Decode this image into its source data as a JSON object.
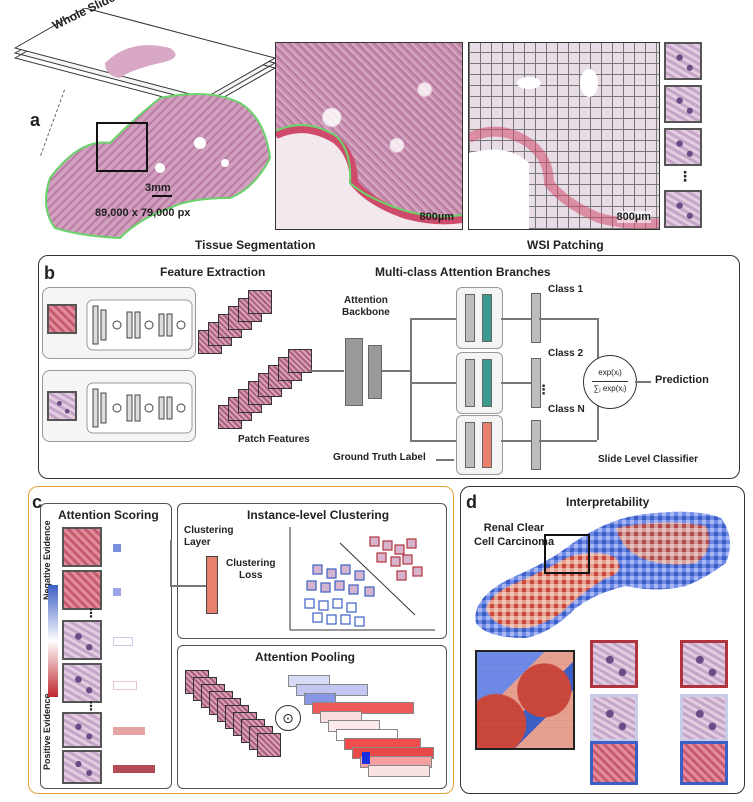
{
  "panel_a": {
    "letter": "a",
    "stack_label": "Whole Slide Images",
    "scale_bar": "3mm",
    "dimensions": "89,000 x 79,000 px",
    "zoom_scale": "800µm",
    "patch_scale": "800µm",
    "segmentation_label": "Tissue Segmentation",
    "patching_label": "WSI Patching",
    "ellipsis": "⋮"
  },
  "panel_b": {
    "letter": "b",
    "feature_extraction": "Feature Extraction",
    "branches_title": "Multi-class Attention Branches",
    "attention_backbone": "Attention\nBackbone",
    "class_1": "Class 1",
    "class_2": "Class 2",
    "class_n": "Class N",
    "ellipsis": "⋮",
    "patch_features": "Patch Features",
    "ground_truth": "Ground Truth Label",
    "prediction": "Prediction",
    "slide_classifier": "Slide Level Classifier",
    "softmax_num": "exp(xᵢ)",
    "softmax_den": "∑ⱼ exp(xⱼ)"
  },
  "panel_c": {
    "letter": "c",
    "attention_scoring": "Attention Scoring",
    "negative_evidence": "Negative Evidence",
    "positive_evidence": "Positive Evidence",
    "instance_clustering": "Instance-level Clustering",
    "clustering_layer": "Clustering\nLayer",
    "clustering_loss": "Clustering\nLoss",
    "attention_pooling": "Attention Pooling",
    "dot": "⊙",
    "ellipsis": "⋮"
  },
  "panel_d": {
    "letter": "d",
    "interpretability": "Interpretability",
    "cancer_label": "Renal Clear\nCell Carcinoma"
  },
  "colors": {
    "panel_c_border": "#e6a13a",
    "teal": "#3a9a8e",
    "salmon": "#e8806f",
    "high_attention": "#c0272d",
    "low_attention": "#3b5fc4"
  }
}
